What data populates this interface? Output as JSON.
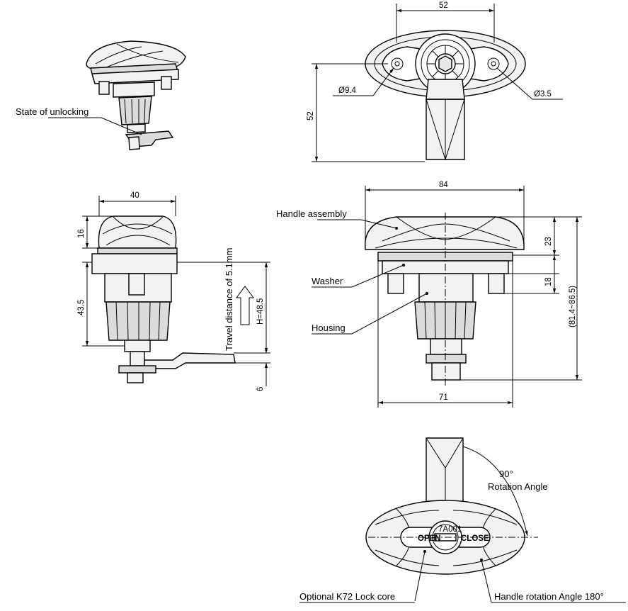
{
  "labels": {
    "state_unlocking": "State of unlocking",
    "handle_assembly": "Handle assembly",
    "washer": "Washer",
    "housing": "Housing",
    "travel_distance": "Travel distance of 5.1mm",
    "h_value": "H=48.5",
    "rotation_angle_value": "90°",
    "rotation_angle_label": "Rotation Angle",
    "optional_core": "Optional K72 Lock core",
    "handle_rotation": "Handle rotation Angle 180°",
    "open_text": "OPEN",
    "close_text": "CLOSE",
    "core_code": "7A001"
  },
  "dimensions": {
    "top_width": "52",
    "top_height": "52",
    "hole_center": "Ø9.4",
    "hole_dia": "Ø3.5",
    "side_width": "40",
    "side_handle_h": "16",
    "side_body_h": "43.5",
    "side_bottom": "6",
    "front_width": "84",
    "front_handle_h": "23",
    "front_washer_h": "18",
    "front_total": "(81.4~86.5)",
    "front_base": "71"
  },
  "colors": {
    "line": "#000000",
    "shade": "#dcdcdc",
    "background": "#ffffff"
  }
}
